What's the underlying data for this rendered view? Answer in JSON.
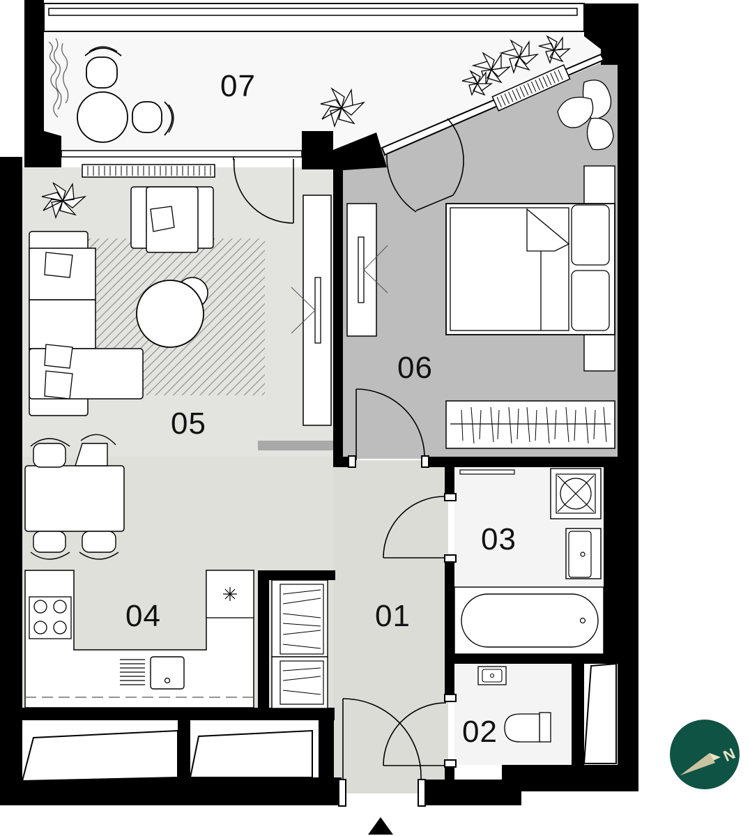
{
  "rooms": [
    {
      "id": "01",
      "label": "01"
    },
    {
      "id": "02",
      "label": "02"
    },
    {
      "id": "03",
      "label": "03"
    },
    {
      "id": "04",
      "label": "04"
    },
    {
      "id": "05",
      "label": "05"
    },
    {
      "id": "06",
      "label": "06"
    },
    {
      "id": "07",
      "label": "07"
    }
  ],
  "compass": {
    "letter": "N",
    "color": "#0f5345",
    "needle_color": "#e8e4c4"
  },
  "colors": {
    "wall": "#000000",
    "living": "#e3e3df",
    "bedroom": "#bdbdbd",
    "hall": "#dcdcd7",
    "bath": "#f4f4f4",
    "terrace": "#f8f8f8"
  }
}
